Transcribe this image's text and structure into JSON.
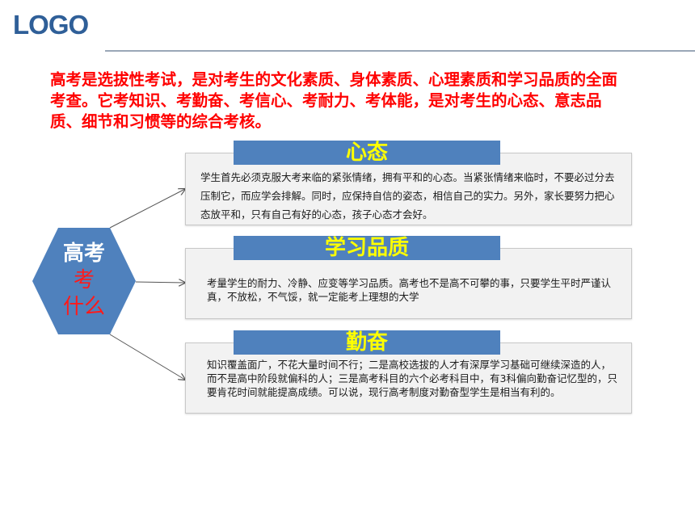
{
  "logo": "LOGO",
  "intro": "高考是选拔性考试，是对考生的文化素质、身体素质、心理素质和学习品质的全面考查。它考知识、考勤奋、考信心、考耐力、考体能，是对考生的心态、意志品质、细节和习惯等的综合考核。",
  "hub": {
    "line1": "高考",
    "line2": "考",
    "line3": "什么"
  },
  "sections": [
    {
      "title": "心态",
      "text": "学生首先必须克服大考来临的紧张情绪，拥有平和的心态。当紧张情绪来临时，不要必过分去压制它，而应学会排解。同时，应保持自信的姿态，相信自己的实力。另外，家长要努力把心态放平和，只有自己有好的心态，孩子心态才会好。"
    },
    {
      "title": "学习品质",
      "text": "考量学生的耐力、冷静、应变等学习品质。高考也不是高不可攀的事，只要学生平时严谨认真，不放松，不气馁，就一定能考上理想的大学"
    },
    {
      "title": "勤奋",
      "text": "知识覆盖面广，不花大量时间不行；二是高校选拔的人才有深厚学习基础可继续深造的人，而不是高中阶段就偏科的人；三是高考科目的六个必考科目中，有3科偏向勤奋记忆型的，只要肯花时间就能提高成绩。可以说，现行高考制度对勤奋型学生是相当有利的。"
    }
  ],
  "colors": {
    "intro": "#ff0000",
    "banner_bg": "#4f81bd",
    "banner_text": "#ffff00",
    "hex_fill": "#4f81bd",
    "logo": "#2f5f98"
  }
}
